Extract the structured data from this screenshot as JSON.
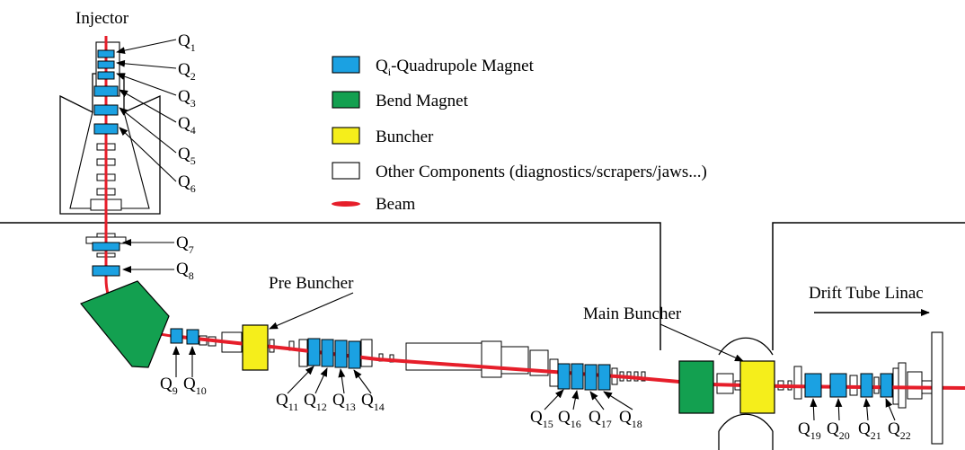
{
  "colors": {
    "quadrupole": "#1ba1e2",
    "bend": "#13a050",
    "buncher": "#f5ee1b",
    "other": "#ffffff",
    "beam": "#e61e2a",
    "stroke": "#000000"
  },
  "icons": {
    "quadrupole": "blue-rectangle",
    "bend": "green-rectangle",
    "buncher": "yellow-rectangle",
    "other": "white-rectangle",
    "beam": "red-lens-shape"
  },
  "labels": {
    "injector": "Injector",
    "pre_buncher": "Pre Buncher",
    "main_buncher": "Main Buncher",
    "drift_tube_linac": "Drift Tube Linac"
  },
  "legend": {
    "quadrupole_main": "Q",
    "quadrupole_sub": "i",
    "quadrupole_rest": "-Quadrupole Magnet",
    "bend": "Bend Magnet",
    "buncher": "Buncher",
    "other": "Other Components (diagnostics/scrapers/jaws...)",
    "beam": "Beam"
  },
  "quads": [
    {
      "main": "Q",
      "sub": "1"
    },
    {
      "main": "Q",
      "sub": "2"
    },
    {
      "main": "Q",
      "sub": "3"
    },
    {
      "main": "Q",
      "sub": "4"
    },
    {
      "main": "Q",
      "sub": "5"
    },
    {
      "main": "Q",
      "sub": "6"
    },
    {
      "main": "Q",
      "sub": "7"
    },
    {
      "main": "Q",
      "sub": "8"
    },
    {
      "main": "Q",
      "sub": "9"
    },
    {
      "main": "Q",
      "sub": "10"
    },
    {
      "main": "Q",
      "sub": "11"
    },
    {
      "main": "Q",
      "sub": "12"
    },
    {
      "main": "Q",
      "sub": "13"
    },
    {
      "main": "Q",
      "sub": "14"
    },
    {
      "main": "Q",
      "sub": "15"
    },
    {
      "main": "Q",
      "sub": "16"
    },
    {
      "main": "Q",
      "sub": "17"
    },
    {
      "main": "Q",
      "sub": "18"
    },
    {
      "main": "Q",
      "sub": "19"
    },
    {
      "main": "Q",
      "sub": "20"
    },
    {
      "main": "Q",
      "sub": "21"
    },
    {
      "main": "Q",
      "sub": "22"
    }
  ]
}
